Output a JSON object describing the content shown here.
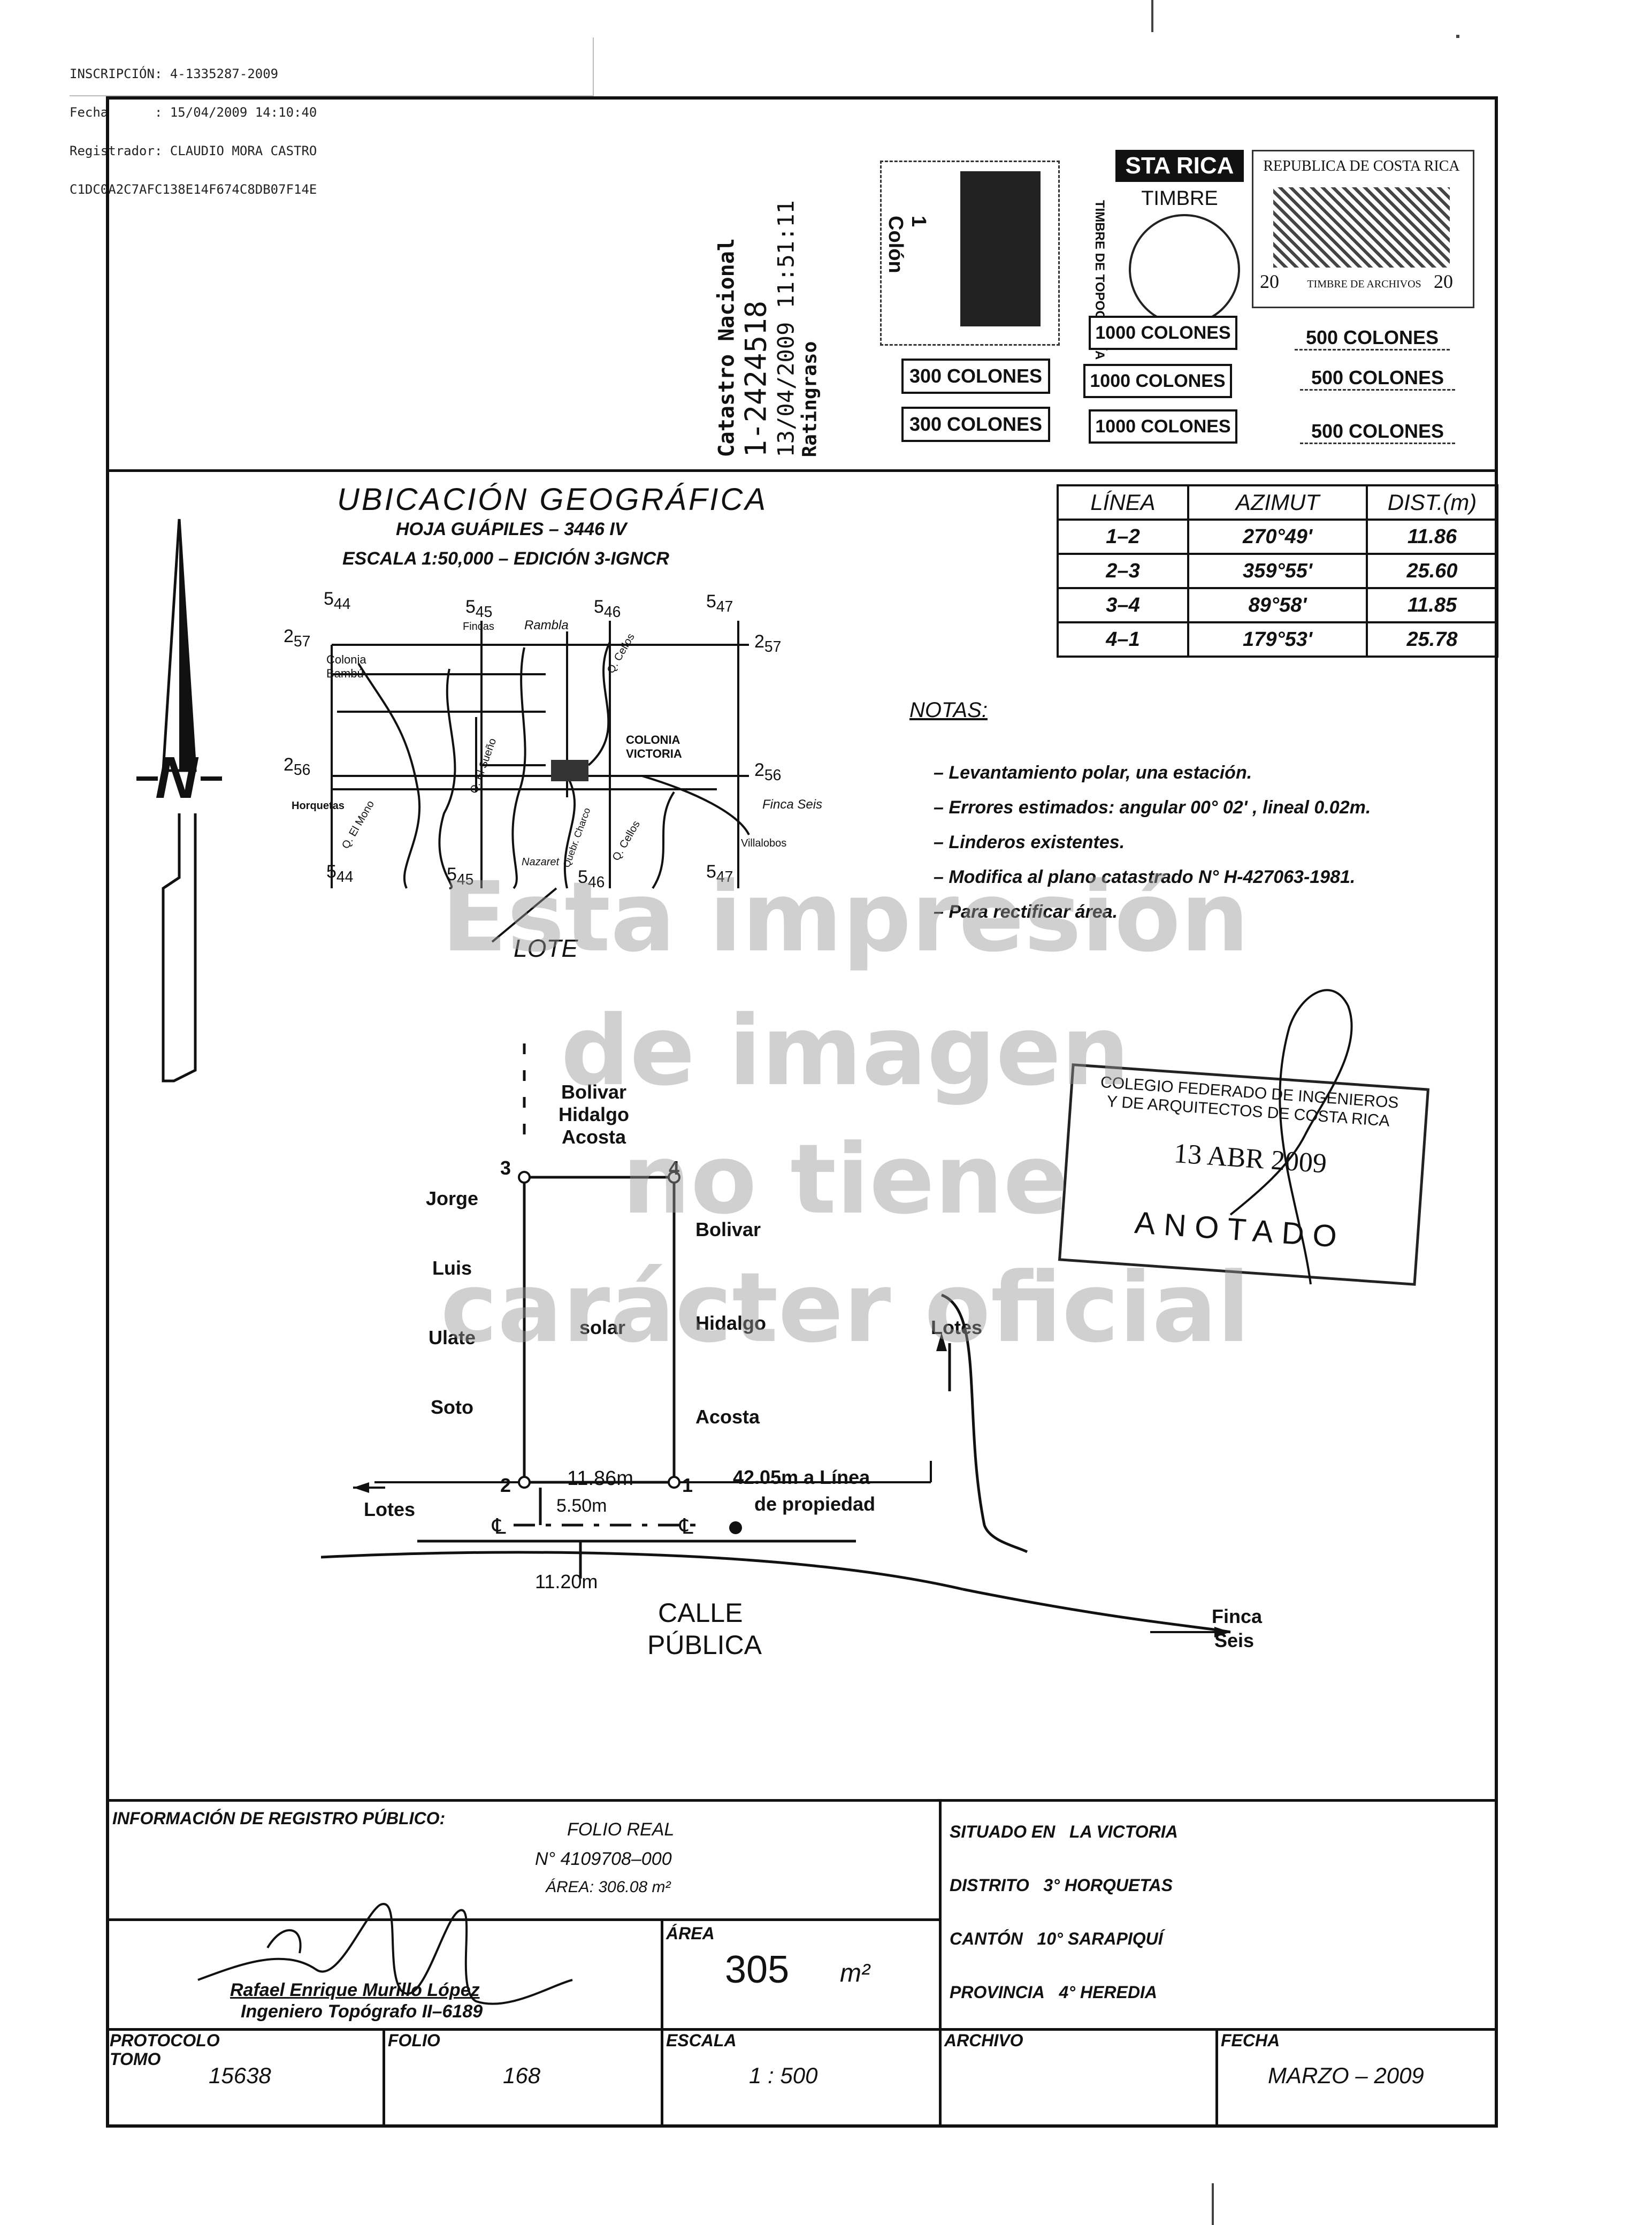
{
  "header": {
    "inscripcion": "INSCRIPCIÓN: 4-1335287-2009",
    "fecha": "Fecha      : 15/04/2009 14:10:40",
    "registrador": "Registrador: CLAUDIO MORA CASTRO",
    "hash": "C1DC0A2C7AFC138E14F674C8DB07F14E"
  },
  "catastro": {
    "line1": "Catastro Nacional",
    "line2": "1-2424518",
    "line3": "13/04/2009 11:51:11",
    "line4": "Ratingraso"
  },
  "stamps": {
    "s1_value": "1 Colón",
    "s1_a": "300 COLONES",
    "s1_b": "300 COLONES",
    "s2_top": "STA RICA",
    "s2_title": "TIMBRE",
    "s2_side": "TIMBRE DE TOPOGRAFÍA",
    "s2_a": "1000 COLONES",
    "s2_b": "1000 COLONES",
    "s2_c": "1000 COLONES",
    "s3_title": "REPUBLICA DE COSTA RICA",
    "s3_num_left": "20",
    "s3_num_right": "20",
    "s3_sub": "TIMBRE DE ARCHIVOS",
    "s3_a": "500 COLONES",
    "s3_b": "500 COLONES",
    "s3_c": "500 COLONES"
  },
  "ubicacion": {
    "title": "UBICACIÓN GEOGRÁFICA",
    "hoja": "HOJA GUÁPILES – 3446 IV",
    "escala": "ESCALA 1:50,000 – EDICIÓN 3-IGNCR",
    "lote_label": "LOTE",
    "grid": {
      "t544": "5",
      "t544s": "44",
      "t545": "5",
      "t545s": "45",
      "t546": "5",
      "t546s": "46",
      "t547": "5",
      "t547s": "47",
      "l257": "2",
      "l257s": "57",
      "r257": "2",
      "r257s": "57",
      "l256": "2",
      "l256s": "56",
      "r256": "2",
      "r256s": "56",
      "b544": "5",
      "b544s": "44",
      "b545": "5",
      "b545s": "45",
      "b546": "5",
      "b546s": "46",
      "b547": "5",
      "b547s": "47"
    },
    "places": {
      "fincas": "Fincas",
      "rambla": "Rambla",
      "colonia_bambu": "Colonia Bambú",
      "colonia_victoria": "COLONIA VICTORIA",
      "horquetas": "Horquetas",
      "finca_seis": "Finca Seis",
      "villalobos": "Villalobos",
      "nazaret": "Nazaret",
      "q_el_mono": "Q. El Mono",
      "q_el_sueno": "Q. El Sueño",
      "q_cellos": "Q. Cellos",
      "q_cellos2": "Q. Cellos",
      "q_charco": "Quebr. Charco"
    }
  },
  "north": {
    "label": "N"
  },
  "azimut_table": {
    "headers": [
      "LÍNEA",
      "AZIMUT",
      "DIST.(m)"
    ],
    "rows": [
      [
        "1–2",
        "270°49'",
        "11.86"
      ],
      [
        "2–3",
        "359°55'",
        "25.60"
      ],
      [
        "3–4",
        "89°58'",
        "11.85"
      ],
      [
        "4–1",
        "179°53'",
        "25.78"
      ]
    ]
  },
  "notas": {
    "title": "NOTAS:",
    "items": [
      "Levantamiento polar, una estación.",
      "Errores estimados: angular 00° 02' , lineal 0.02m.",
      "Linderos existentes.",
      "Modifica al plano catastrado N° H-427063-1981.",
      "Para rectificar área."
    ]
  },
  "watermark": {
    "line1": "Esta impresión",
    "line2": "de imagen",
    "line3": "no tiene",
    "line4": "carácter oficial"
  },
  "colegio_stamp": {
    "line1": "COLEGIO FEDERADO DE INGENIEROS",
    "line2": "Y DE ARQUITECTOS DE COSTA RICA",
    "date": "13 ABR 2009",
    "status": "ANOTADO"
  },
  "plan": {
    "top_neighbor": [
      "Bolivar",
      "Hidalgo",
      "Acosta"
    ],
    "left_neighbor": [
      "Jorge",
      "Luis",
      "Ulate",
      "Soto"
    ],
    "right_neighbor": [
      "Bolivar",
      "Hidalgo",
      "Acosta"
    ],
    "center": "solar",
    "v1": "1",
    "v2": "2",
    "v3": "3",
    "v4": "4",
    "bottom_dist": "11.86m",
    "to_line": "42.05m a Línea",
    "de_propiedad": "de propiedad",
    "setback": "5.50m",
    "road_width": "11.20m",
    "lotes_left": "Lotes",
    "lotes_right": "Lotes",
    "calle": "CALLE",
    "publica": "PÚBLICA",
    "finca": "Finca",
    "seis": "Seis",
    "cl1": "℄",
    "cl2": "℄"
  },
  "title_block": {
    "registro_label": "INFORMACIÓN DE REGISTRO PÚBLICO:",
    "folio_real": "FOLIO REAL",
    "folio_num": "N° 4109708–000",
    "area_reg": "ÁREA: 306.08 m²",
    "situado_label": "SITUADO EN",
    "situado_val": "LA VICTORIA",
    "distrito_label": "DISTRITO",
    "distrito_val": "3° HORQUETAS",
    "canton_label": "CANTÓN",
    "canton_val": "10° SARAPIQUÍ",
    "provincia_label": "PROVINCIA",
    "provincia_val": "4° HEREDIA",
    "area_label": "ÁREA",
    "area_val": "305",
    "area_unit": "m²",
    "signer_name": "Rafael Enrique Murillo López",
    "signer_title": "Ingeniero Topógrafo II–6189",
    "protocolo_label": "PROTOCOLO",
    "tomo_label": "TOMO",
    "tomo_val": "15638",
    "folio_label": "FOLIO",
    "folio_val": "168",
    "escala_label": "ESCALA",
    "escala_val": "1 : 500",
    "archivo_label": "ARCHIVO",
    "fecha_label": "FECHA",
    "fecha_val": "MARZO – 2009"
  }
}
